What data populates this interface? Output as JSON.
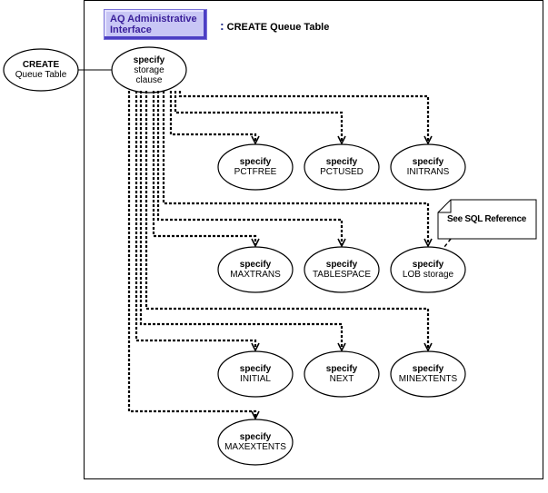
{
  "header": {
    "badge_line1": "AQ Administrative",
    "badge_line2": "Interface",
    "title_separator": ":",
    "title": "CREATE Queue Table",
    "badge_color": "#c8c6f5",
    "badge_text_color": "#3a1f9a"
  },
  "entry_node": {
    "line1": "CREATE",
    "line2": "Queue Table"
  },
  "root_node": {
    "line1": "specify",
    "line2": "storage",
    "line3": "clause"
  },
  "nodes": [
    {
      "id": "pctfree",
      "line1": "specify",
      "line2": "PCTFREE"
    },
    {
      "id": "pctused",
      "line1": "specify",
      "line2": "PCTUSED"
    },
    {
      "id": "initrans",
      "line1": "specify",
      "line2": "INITRANS"
    },
    {
      "id": "maxtrans",
      "line1": "specify",
      "line2": "MAXTRANS"
    },
    {
      "id": "tablespace",
      "line1": "specify",
      "line2": "TABLESPACE"
    },
    {
      "id": "lob-storage",
      "line1": "specify",
      "line2": "LOB storage"
    },
    {
      "id": "initial",
      "line1": "specify",
      "line2": "INITIAL"
    },
    {
      "id": "next",
      "line1": "specify",
      "line2": "NEXT"
    },
    {
      "id": "minextents",
      "line1": "specify",
      "line2": "MINEXTENTS"
    },
    {
      "id": "maxextents",
      "line1": "specify",
      "line2": "MAXEXTENTS"
    }
  ],
  "note": {
    "text": "See SQL Reference",
    "attached_to": "lob-storage"
  }
}
